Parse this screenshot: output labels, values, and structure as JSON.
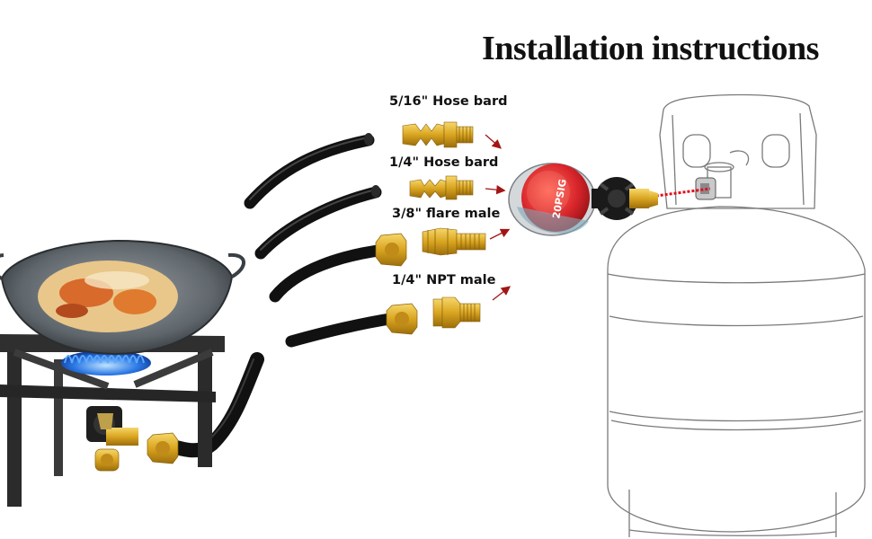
{
  "title": "Installation instructions",
  "fittings": [
    {
      "label": "5/16\" Hose bard"
    },
    {
      "label": "1/4\" Hose bard"
    },
    {
      "label": "3/8\" flare male"
    },
    {
      "label": "1/4\" NPT male"
    }
  ],
  "regulator": {
    "text": "20PSIG"
  },
  "colors": {
    "brass": "#d9a520",
    "hose": "#111111",
    "regulator_red": "#d8262b",
    "arrow": "#a31515",
    "laser": "#e0101e"
  }
}
